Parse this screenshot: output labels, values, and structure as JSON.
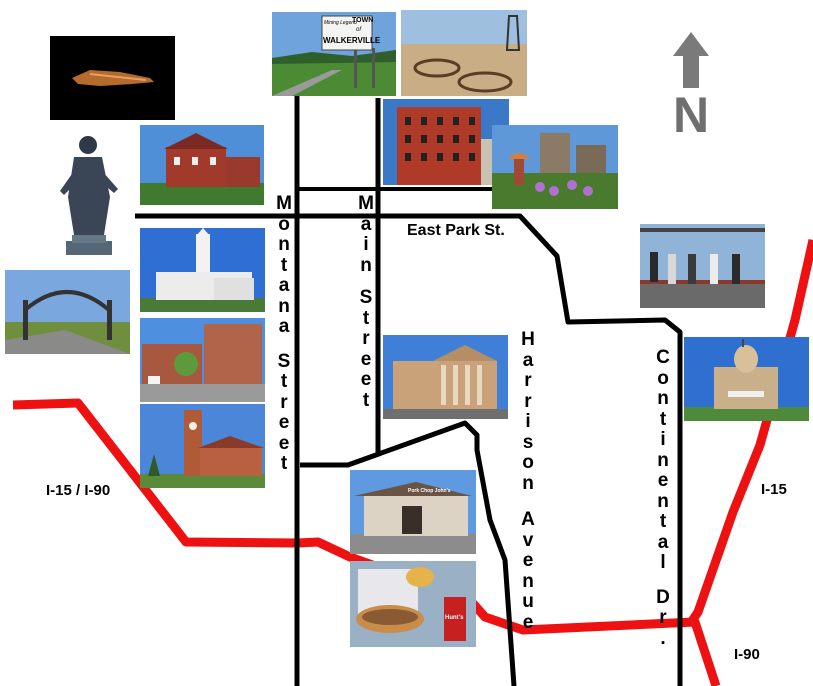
{
  "streets": {
    "montana": "Montana Street",
    "main": "Main Street",
    "harrison": "Harrison Avenue",
    "continental": "Continental Dr.",
    "east_park": "East Park St."
  },
  "highways": {
    "west": "I-15 / I-90",
    "east": "I-15",
    "south": "I-90"
  },
  "photos": {
    "walkerville_sign": {
      "line1": "TOWN",
      "line2": "of",
      "line3": "WALKERVILLE",
      "small": "Mining Legend"
    },
    "diner_sign": "Pork Chop John's",
    "ketchup_label": "Hunt's"
  },
  "compass": {
    "label": "N"
  },
  "colors": {
    "interstate": "#ee1111",
    "street": "#000000"
  }
}
